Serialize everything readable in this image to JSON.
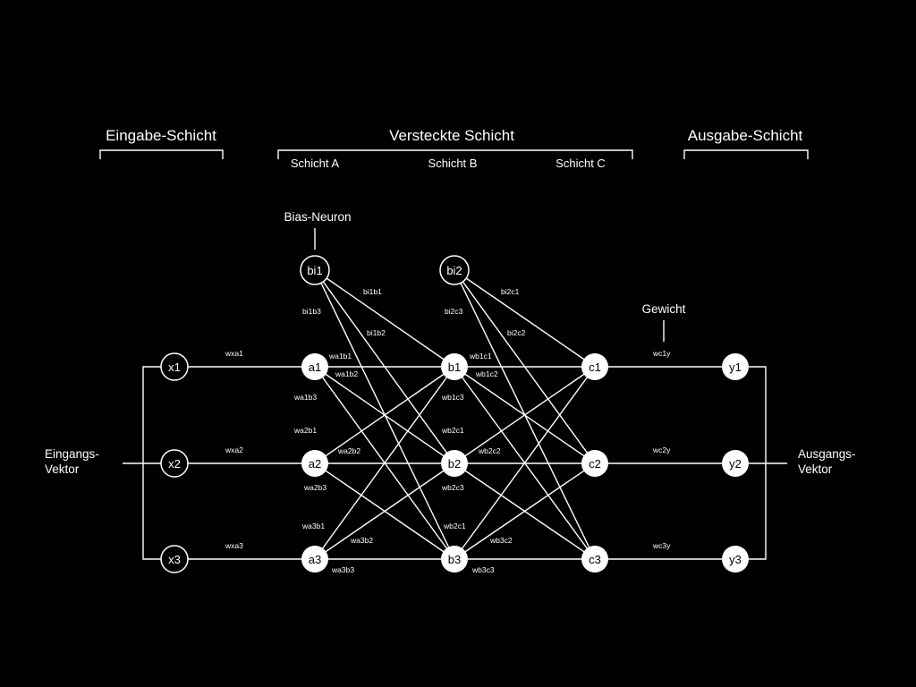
{
  "headers": {
    "input_layer": "Eingabe-Schicht",
    "hidden_layer": "Versteckte Schicht",
    "output_layer": "Ausgabe-Schicht"
  },
  "sublayers": {
    "a": "Schicht A",
    "b": "Schicht B",
    "c": "Schicht C"
  },
  "annotations": {
    "bias_neuron": "Bias-Neuron",
    "weight": "Gewicht",
    "input_vector_1": "Eingangs-",
    "input_vector_2": "Vektor",
    "output_vector_1": "Ausgangs-",
    "output_vector_2": "Vektor"
  },
  "nodes": {
    "x1": "x1",
    "x2": "x2",
    "x3": "x3",
    "bi1": "bi1",
    "bi2": "bi2",
    "a1": "a1",
    "a2": "a2",
    "a3": "a3",
    "b1": "b1",
    "b2": "b2",
    "b3": "b3",
    "c1": "c1",
    "c2": "c2",
    "c3": "c3",
    "y1": "y1",
    "y2": "y2",
    "y3": "y3"
  },
  "weights": {
    "wxa1": "wxa1",
    "wxa2": "wxa2",
    "wxa3": "wxa3",
    "bi1b1": "bi1b1",
    "bi1b2": "bi1b2",
    "bi1b3": "bi1b3",
    "bi2c1": "bi2c1",
    "bi2c2": "bi2c2",
    "bi2c3": "bi2c3",
    "wa1b1": "wa1b1",
    "wa1b2": "wa1b2",
    "wa1b3": "wa1b3",
    "wa2b1": "wa2b1",
    "wa2b2": "wa2b2",
    "wa2b3": "wa2b3",
    "wa3b1": "wa3b1",
    "wa3b2": "wa3b2",
    "wa3b3": "wa3b3",
    "wb1c1": "wb1c1",
    "wb1c2": "wb1c2",
    "wb1c3": "wb1c3",
    "wb2c1": "wb2c1",
    "wb2c2": "wb2c2",
    "wb2c3": "wb2c3",
    "wb3c1": "wb2c1",
    "wb3c2": "wb3c2",
    "wb3c3": "wb3c3",
    "wc1y": "wc1y",
    "wc2y": "wc2y",
    "wc3y": "wc3y"
  },
  "colors": {
    "background": "#000000",
    "foreground": "#ffffff"
  }
}
